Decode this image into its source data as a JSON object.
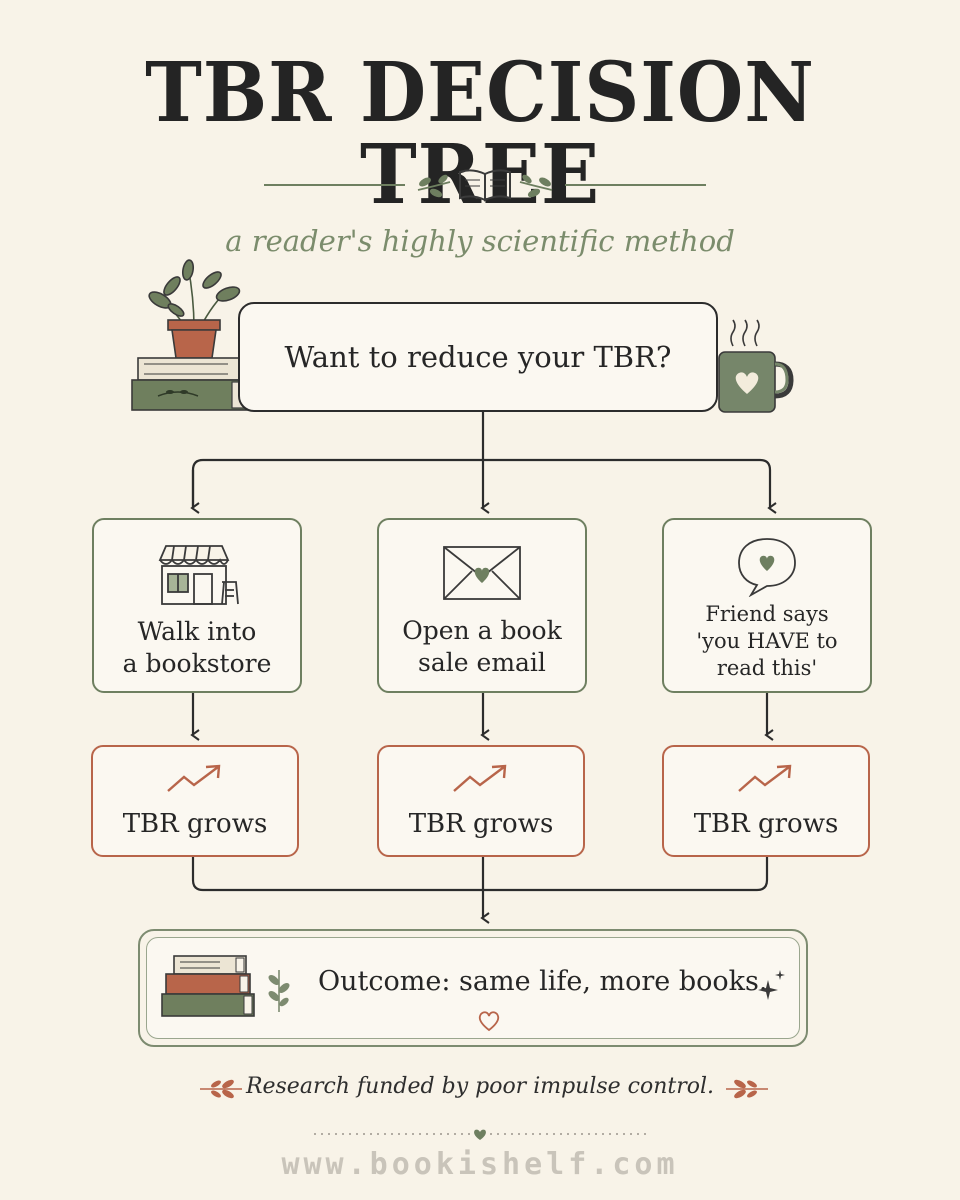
{
  "header": {
    "title": "TBR DECISION TREE",
    "subtitle": "a reader's highly scientific method"
  },
  "root": {
    "label": "Want to reduce your TBR?"
  },
  "branches": [
    {
      "trigger": "Walk into a bookstore",
      "trigger_lines": [
        "Walk into",
        "a bookstore"
      ],
      "icon": "storefront-icon",
      "result": "TBR grows",
      "result_icon": "trend-up-icon"
    },
    {
      "trigger": "Open a book sale email",
      "trigger_lines": [
        "Open a book",
        "sale email"
      ],
      "icon": "envelope-heart-icon",
      "result": "TBR grows",
      "result_icon": "trend-up-icon"
    },
    {
      "trigger": "Friend says 'you HAVE to read this'",
      "trigger_lines": [
        "Friend says",
        "'you HAVE to",
        "read this'"
      ],
      "icon": "speech-bubble-heart-icon",
      "result": "TBR grows",
      "result_icon": "trend-up-icon"
    }
  ],
  "outcome": {
    "label": "Outcome: same life, more books."
  },
  "footer": {
    "note": "Research funded by poor impulse control.",
    "website": "www.bookishelf.com"
  },
  "colors": {
    "background": "#f8f3e8",
    "ink": "#262626",
    "sage": "#6e7f60",
    "rust": "#b8654a"
  }
}
